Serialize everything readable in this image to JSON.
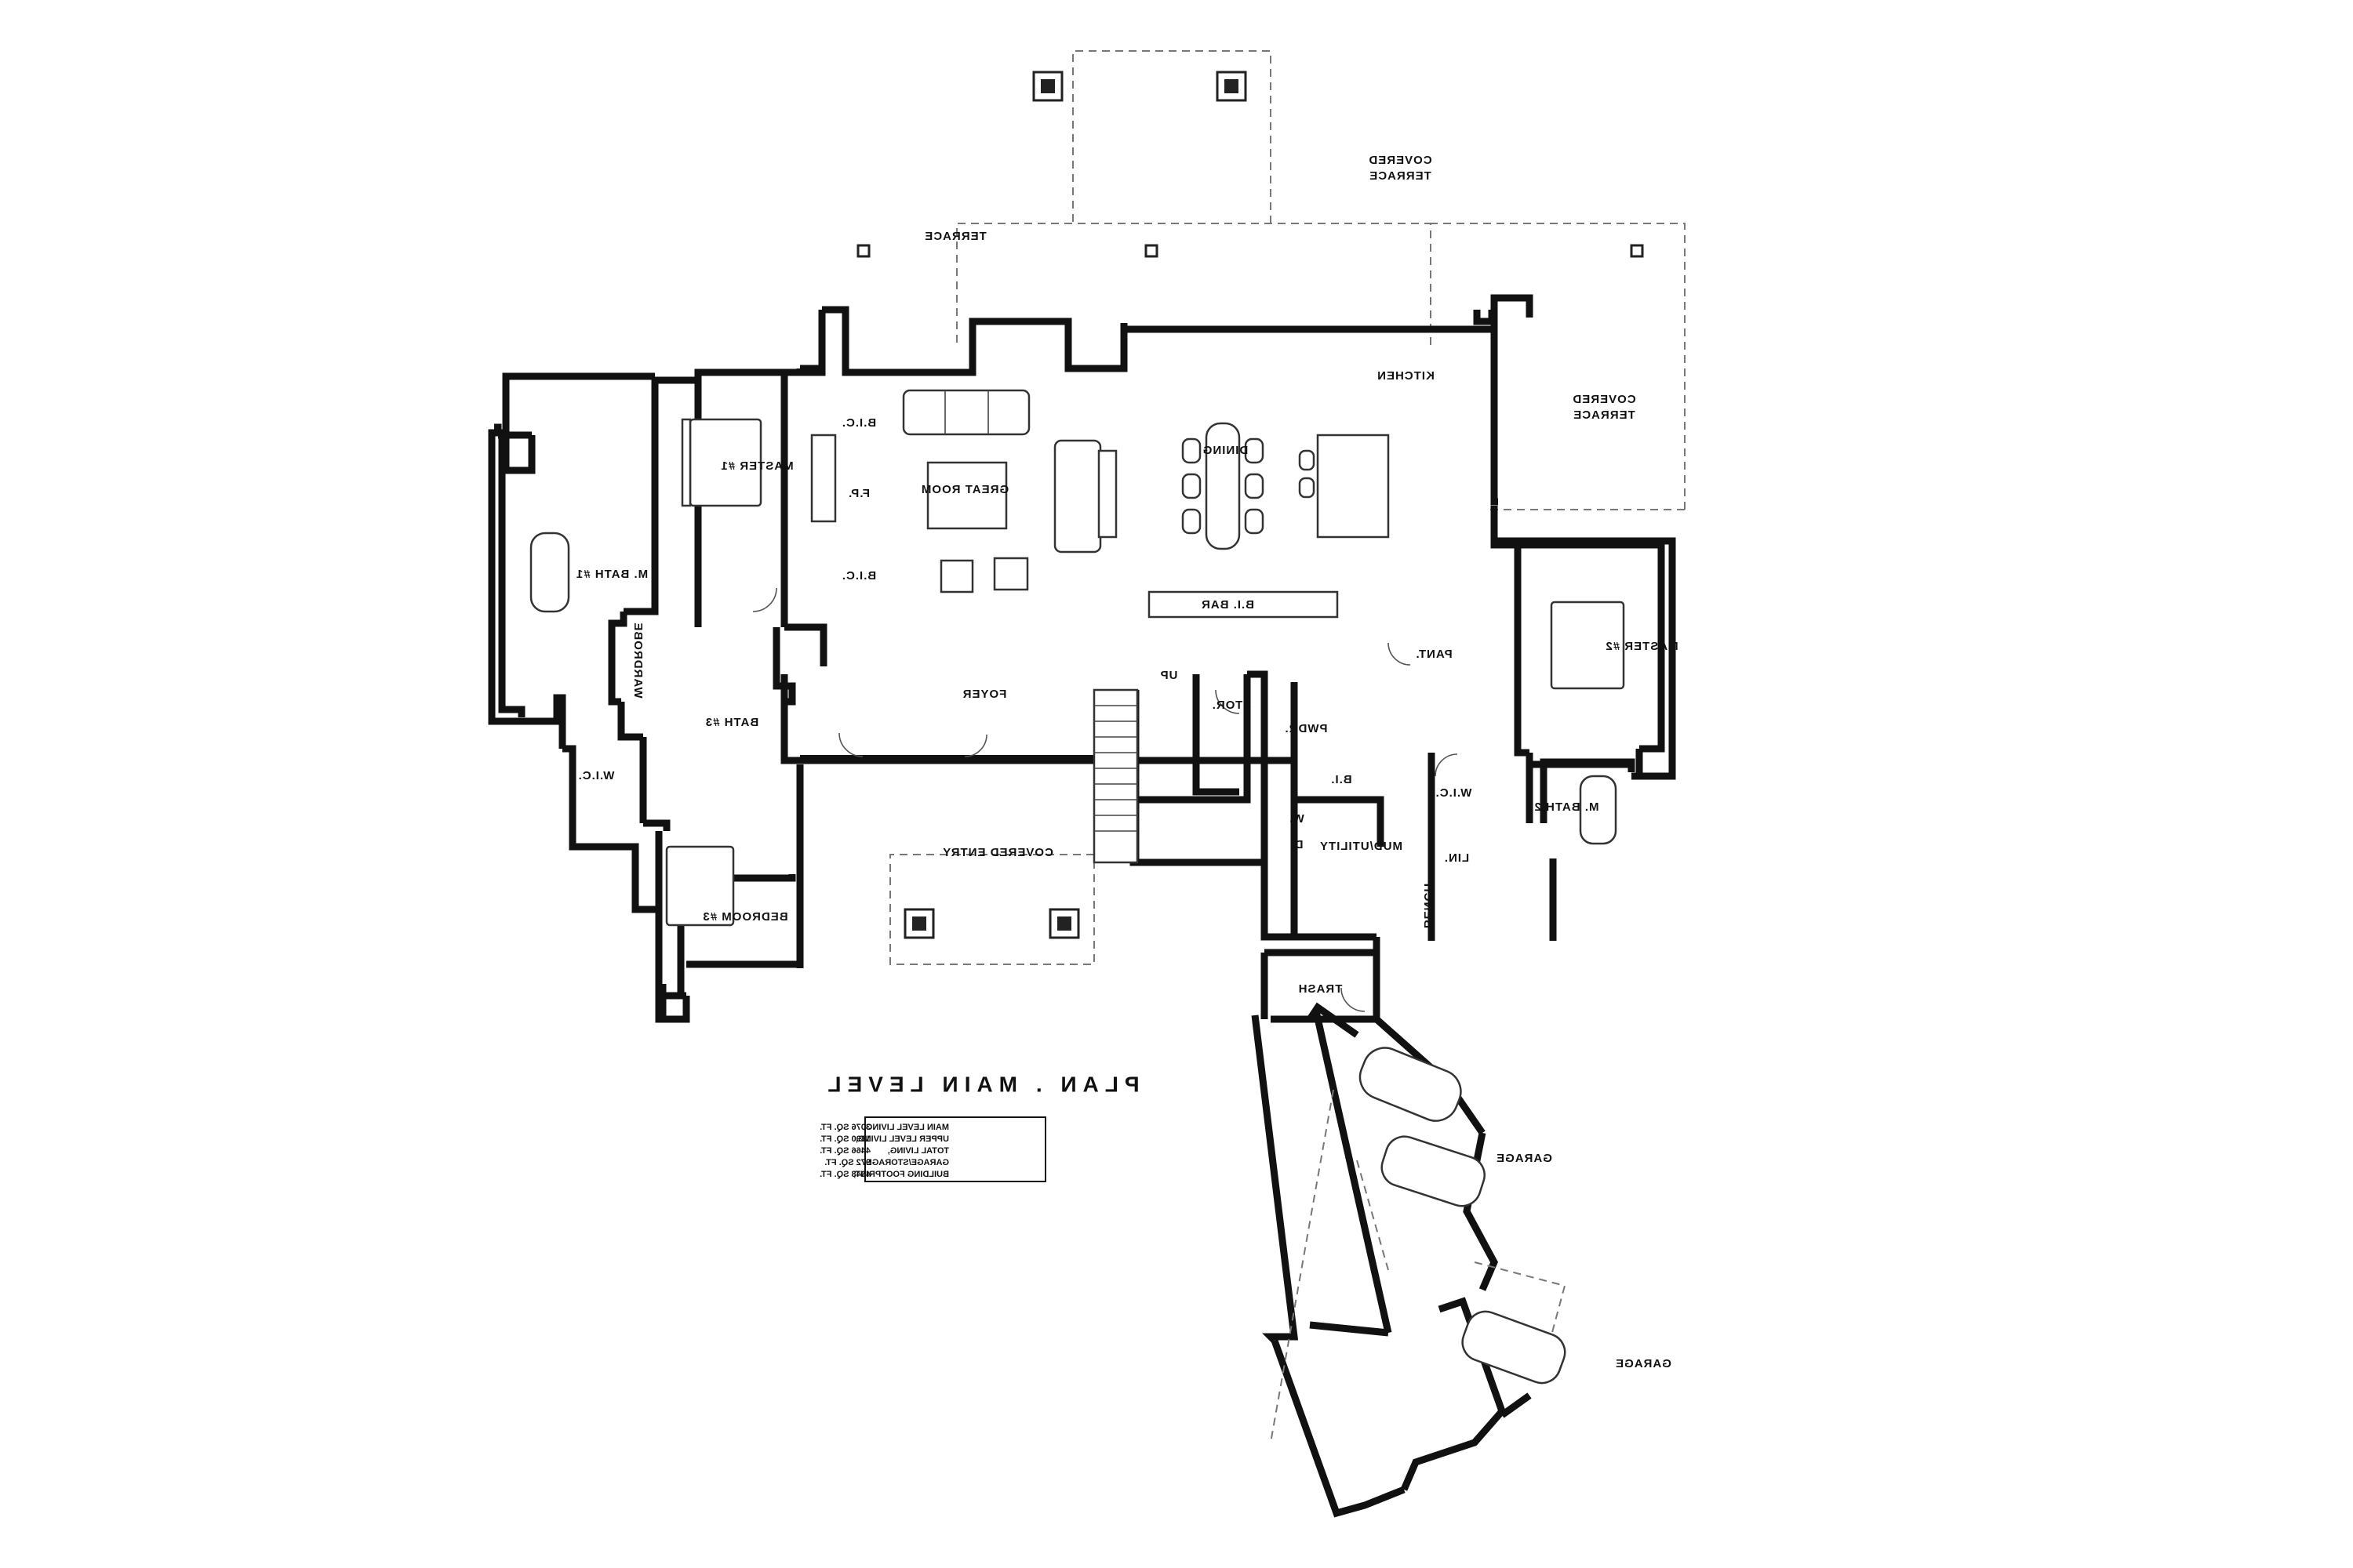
{
  "title": "PLAN . MAIN LEVEL",
  "rooms": {
    "terrace": "TERRACE",
    "covered_terrace_top": [
      "COVERED",
      "TERRACE"
    ],
    "covered_terrace_right": [
      "COVERED",
      "TERRACE"
    ],
    "great_room": "GREAT ROOM",
    "fp": "F.P.",
    "bic_top": "B.I.C.",
    "bic_bottom": "B.I.C.",
    "dining": "DINING",
    "kitchen": "KITCHEN",
    "bi_bar": "B.I. BAR",
    "pant": "PANT.",
    "master1": "MASTER #1",
    "mbath1": "M. BATH #1",
    "wic_left": "W.I.C.",
    "bath3": "BATH #3",
    "wardrobe": "WARDROBE",
    "bedroom3": "BEDROOM #3",
    "foyer": "FOYER",
    "up": "UP",
    "stor": "STOR.",
    "pwdr": "PWDR.",
    "bi": "B.I.",
    "covered_entry": "COVERED ENTRY",
    "mud_utility": "MUD/UTILITY",
    "w": "W.",
    "d": "D.",
    "trash": "TRASH",
    "bench": "BENCH",
    "lin": "LIN.",
    "wic_right": "W.I.C.",
    "mbath2": "M. BATH 2",
    "master2": "MASTER #2",
    "garage_main": "GARAGE",
    "garage_lower": "GARAGE"
  },
  "area_table": [
    {
      "label": "MAIN LEVEL LIVING,",
      "value": "3076 SQ. FT."
    },
    {
      "label": "UPPER LEVEL LIVING,",
      "value": "1390 SQ. FT."
    },
    {
      "label": "TOTAL LIVING,",
      "value": "4466 SQ. FT."
    },
    {
      "label": "GARAGE/STORAGE,",
      "value": "972 SQ. FT."
    },
    {
      "label": "BUILDING FOOTPRINT,",
      "value": "4048 SQ. FT."
    }
  ]
}
